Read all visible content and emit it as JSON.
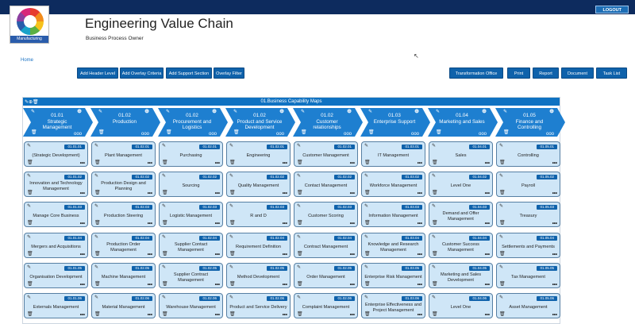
{
  "header": {
    "logout_label": "LOGOUT",
    "logo_caption": "Manufacturing",
    "title": "Engineering Value Chain",
    "subtitle": "Business Process Owner",
    "home_link": "Home"
  },
  "toolbar": {
    "left": [
      "Add Header Level",
      "Add Overlay Criteria",
      "Add Support Section",
      "Overlay Filter"
    ],
    "right": [
      "Transformation Office",
      "Print",
      "Report",
      "Document",
      "Task List"
    ]
  },
  "board": {
    "title": "01.Business Capability Maps",
    "columns": [
      {
        "code": "01.01",
        "name": "Strategic Management"
      },
      {
        "code": "01.02",
        "name": "Production"
      },
      {
        "code": "01.02",
        "name": "Procurement and Logistics"
      },
      {
        "code": "01.02",
        "name": "Product and Service Development"
      },
      {
        "code": "01.02",
        "name": "Customer relationships"
      },
      {
        "code": "01.03",
        "name": "Enterprise Support"
      },
      {
        "code": "01.04",
        "name": "Marketing and Sales"
      },
      {
        "code": "01.05",
        "name": "Finance and Controlling"
      }
    ],
    "rows": [
      [
        {
          "code": "01.01.01",
          "label": "(Strategic Development)"
        },
        {
          "code": "01.02.01",
          "label": "Plant Management"
        },
        {
          "code": "01.02.01",
          "label": "Purchasing"
        },
        {
          "code": "01.02.01",
          "label": "Engineering"
        },
        {
          "code": "01.02.01",
          "label": "Customer Management"
        },
        {
          "code": "01.03.01",
          "label": "IT Management"
        },
        {
          "code": "01.04.01",
          "label": "Sales"
        },
        {
          "code": "01.05.01",
          "label": "Controlling"
        }
      ],
      [
        {
          "code": "01.01.02",
          "label": "Innovation and Technology\nManagement"
        },
        {
          "code": "01.02.02",
          "label": "Production Design and\nPlanning"
        },
        {
          "code": "01.02.02",
          "label": "Sourcing"
        },
        {
          "code": "01.02.02",
          "label": "Quality Management"
        },
        {
          "code": "01.02.02",
          "label": "Contact Management"
        },
        {
          "code": "01.03.02",
          "label": "Workforce Management"
        },
        {
          "code": "01.04.02",
          "label": "Level One"
        },
        {
          "code": "01.05.02",
          "label": "Payroll"
        }
      ],
      [
        {
          "code": "01.01.03",
          "label": "Manage Core Business"
        },
        {
          "code": "01.02.03",
          "label": "Production Steering"
        },
        {
          "code": "01.02.03",
          "label": "Logistic Management"
        },
        {
          "code": "01.02.03",
          "label": "R and D"
        },
        {
          "code": "01.02.03",
          "label": "Customer Scoring"
        },
        {
          "code": "01.03.03",
          "label": "Information Management"
        },
        {
          "code": "01.04.03",
          "label": "Demand and Offer\nManagement"
        },
        {
          "code": "01.05.03",
          "label": "Treasury"
        }
      ],
      [
        {
          "code": "01.01.04",
          "label": "Mergers and Acquisitions"
        },
        {
          "code": "01.02.04",
          "label": "Production Order Management"
        },
        {
          "code": "01.02.04",
          "label": "Supplier Contact Management"
        },
        {
          "code": "01.02.04",
          "label": "Requirement Definition"
        },
        {
          "code": "01.02.04",
          "label": "Contract Management"
        },
        {
          "code": "01.03.04",
          "label": "Knowledge and Research\nManagement"
        },
        {
          "code": "01.04.04",
          "label": "Customer Success\nManagement"
        },
        {
          "code": "01.05.04",
          "label": "Settlements and Payments"
        }
      ],
      [
        {
          "code": "01.01.05",
          "label": "Organisation Development"
        },
        {
          "code": "01.02.05",
          "label": "Machine Management"
        },
        {
          "code": "01.02.05",
          "label": "Supplier Contract Management"
        },
        {
          "code": "01.02.05",
          "label": "Method Development"
        },
        {
          "code": "01.02.05",
          "label": "Order Management"
        },
        {
          "code": "01.03.05",
          "label": "Enterprise Risk Management"
        },
        {
          "code": "01.04.05",
          "label": "Marketing and Sales\nDevelopment"
        },
        {
          "code": "01.05.05",
          "label": "Tax Management"
        }
      ],
      [
        {
          "code": "01.01.06",
          "label": "Externals Management"
        },
        {
          "code": "01.02.06",
          "label": "Material Management"
        },
        {
          "code": "01.02.06",
          "label": "Warehouse Management"
        },
        {
          "code": "01.02.06",
          "label": "Product and Service Delivery"
        },
        {
          "code": "01.02.06",
          "label": "Complaint Management"
        },
        {
          "code": "01.03.06",
          "label": "Enterprise Effectiveness and\nProject Management"
        },
        {
          "code": "01.04.06",
          "label": "Level One"
        },
        {
          "code": "01.05.06",
          "label": "Asset Management"
        }
      ]
    ]
  },
  "icons": {
    "edit": "edit-icon",
    "delete": "trash-icon",
    "add": "plus-icon",
    "more": "more-dots-icon"
  }
}
